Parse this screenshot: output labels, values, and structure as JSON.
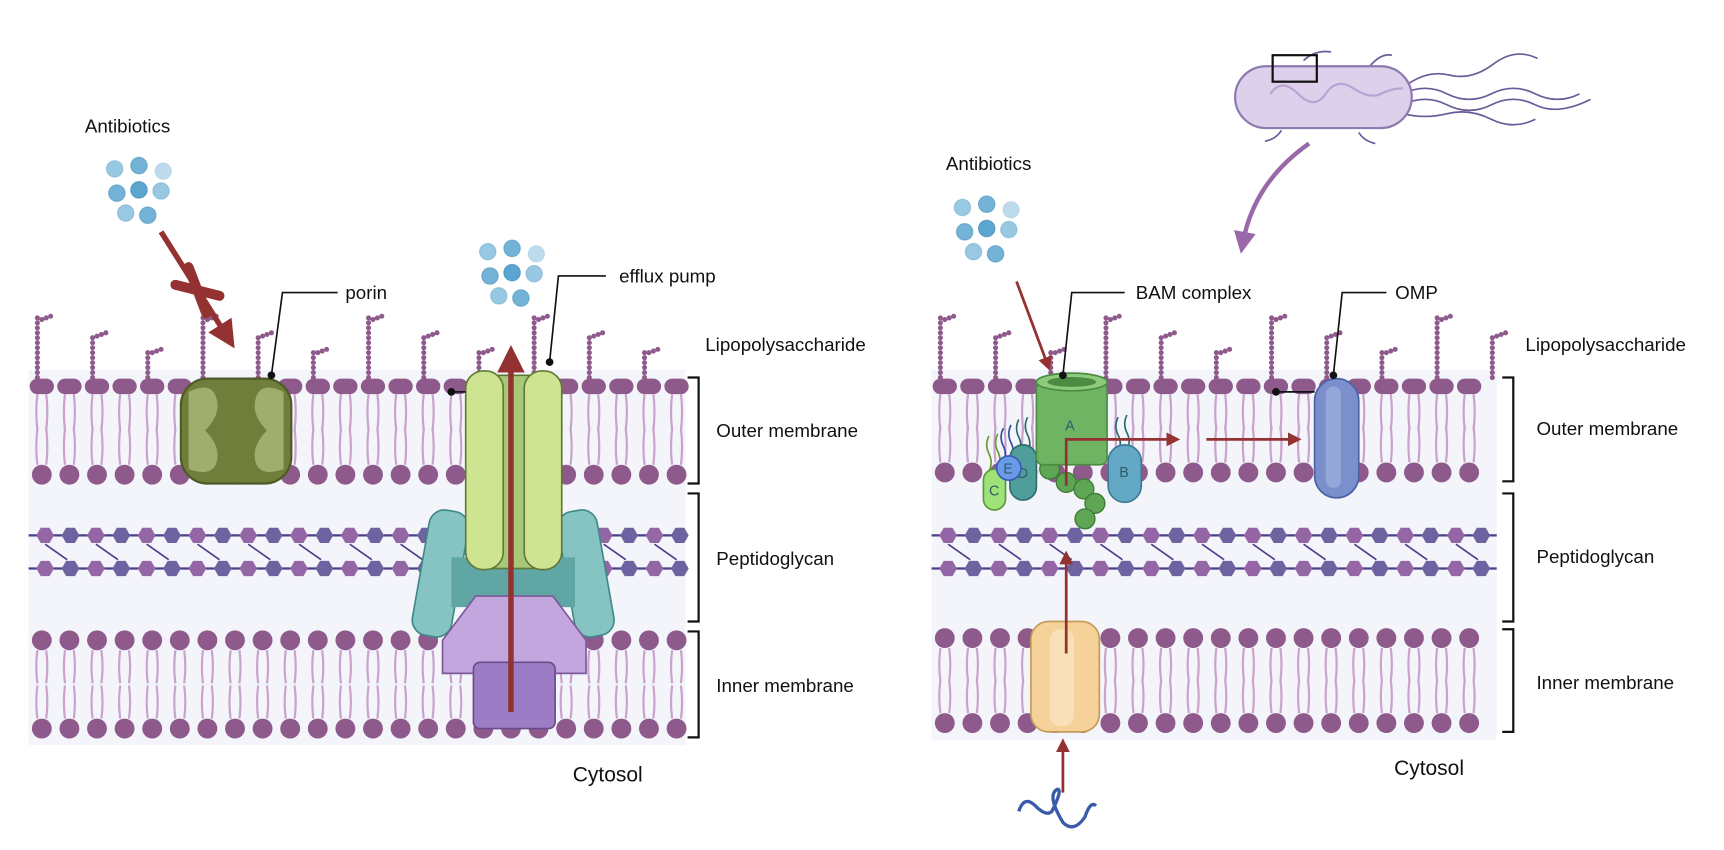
{
  "left_panel": {
    "antibiotics_label": "Antibiotics",
    "porin_label": "porin",
    "efflux_label": "efflux pump",
    "layers": {
      "lps": "Lipopolysaccharide",
      "outer": "Outer membrane",
      "peptidoglycan": "Peptidoglycan",
      "inner": "Inner membrane",
      "cytosol": "Cytosol"
    }
  },
  "right_panel": {
    "antibiotics_label": "Antibiotics",
    "bam_label": "BAM complex",
    "omp_label": "OMP",
    "subunits": {
      "a": "A",
      "b": "B",
      "c": "C",
      "d": "D",
      "e": "E"
    },
    "layers": {
      "lps": "Lipopolysaccharide",
      "outer": "Outer membrane",
      "peptidoglycan": "Peptidoglycan",
      "inner": "Inner membrane",
      "cytosol": "Cytosol"
    }
  },
  "colors": {
    "lipid_head": "#8e5a8c",
    "lipid_tail": "#c9a3cc",
    "arrow": "#943232",
    "porin": "#6f7e3a",
    "efflux_outer": "#cfe490",
    "efflux_periplasm": "#85c4c3",
    "efflux_inner": "#c3a6dd",
    "bam": "#6fb463",
    "omp": "#7b8fcc",
    "antibiotic": "#5aa6d0",
    "background_band": "#f3f5fa"
  }
}
